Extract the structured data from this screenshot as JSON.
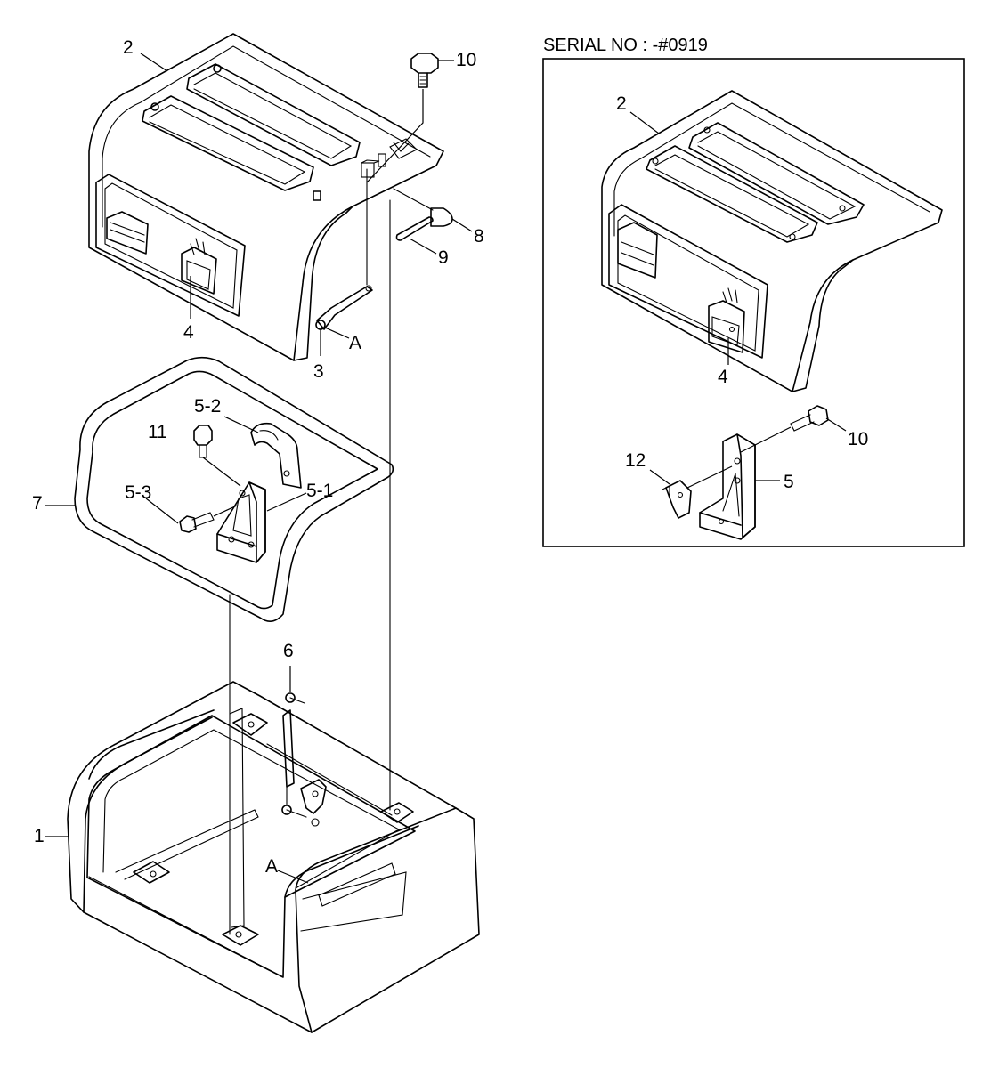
{
  "serial_note": "SERIAL NO : -#0919",
  "callouts": {
    "c2": "2",
    "c10": "10",
    "c8": "8",
    "c9": "9",
    "c4": "4",
    "c3": "3",
    "cA1": "A",
    "c5_2": "5-2",
    "c11": "11",
    "c5_1": "5-1",
    "c5_3": "5-3",
    "c7": "7",
    "c6": "6",
    "c1": "1",
    "cA2": "A"
  },
  "inset_callouts": {
    "c2": "2",
    "c4": "4",
    "c10": "10",
    "c12": "12",
    "c5": "5"
  }
}
